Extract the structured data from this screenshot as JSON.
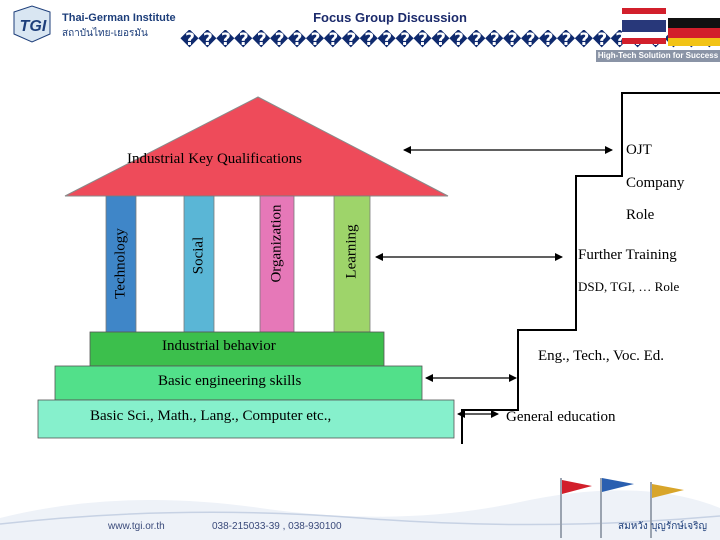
{
  "header": {
    "logo_text": "TGI",
    "institute_name": "Thai-German Institute",
    "institute_thai": "สถาบันไทย-เยอรมัน",
    "title": "Focus Group Discussion",
    "subtitle": "������������������������������������������",
    "tagline": "High-Tech Solution for Success"
  },
  "diagram": {
    "roof_label": "Industrial Key Qualifications",
    "pillars": [
      {
        "label": "Technology",
        "color": "#3f86c8"
      },
      {
        "label": "Social",
        "color": "#5ab6d6"
      },
      {
        "label": "Organization",
        "color": "#e678b8"
      },
      {
        "label": "Learning",
        "color": "#9ed46a"
      }
    ],
    "steps": [
      {
        "label": "Industrial behavior",
        "color": "#3cbf4c"
      },
      {
        "label": "Basic engineering skills",
        "color": "#52e08a"
      },
      {
        "label": "Basic Sci., Math., Lang., Computer etc.,",
        "color": "#86f0cc"
      }
    ],
    "roof_color": "#ee4b5a",
    "right": {
      "ojt": "OJT",
      "company": "Company",
      "role": "Role",
      "further_training": "Further Training",
      "dsd_role": "DSD, TGI, … Role",
      "voc_ed": "Eng., Tech., Voc. Ed.",
      "general_education": "General education"
    }
  },
  "footer": {
    "website": "www.tgi.or.th",
    "phone": "038-215033-39 , 038-930100",
    "presenter": "สมหวัง บุญรักษ์เจริญ"
  }
}
